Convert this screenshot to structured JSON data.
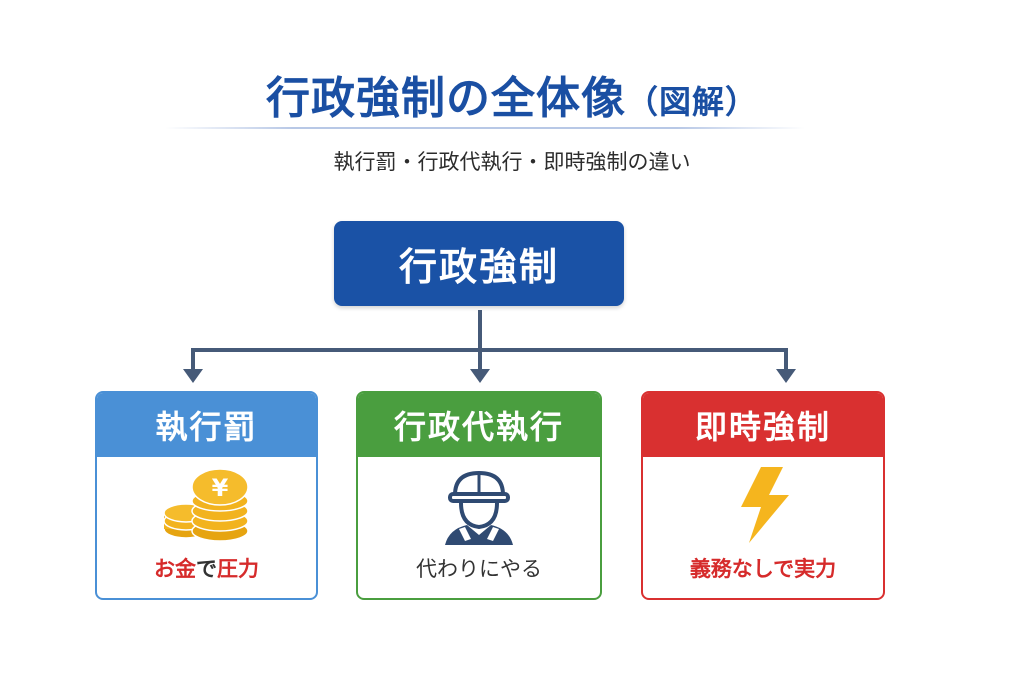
{
  "header": {
    "title": "行政強制の全体像",
    "title_suffix": "（図解）",
    "subtitle": "執行罰・行政代執行・即時強制の違い"
  },
  "root": {
    "label": "行政強制"
  },
  "categories": [
    {
      "label": "執行罰",
      "icon": "yen-coins-icon",
      "caption_parts": [
        {
          "text": "お金",
          "color": "#d62b2b"
        },
        {
          "text": "で",
          "color": "#333333"
        },
        {
          "text": "圧力",
          "color": "#d62b2b"
        }
      ],
      "color": "#4a90d6"
    },
    {
      "label": "行政代執行",
      "icon": "worker-helmet-icon",
      "caption": "代わりにやる",
      "color": "#4a9e3f"
    },
    {
      "label": "即時強制",
      "icon": "lightning-icon",
      "caption": "義務なしで実力",
      "color": "#d93030"
    }
  ],
  "colors": {
    "title": "#1a4fa3",
    "root": "#1a52a6",
    "connector": "#465a78",
    "coin": "#f2b31e",
    "bolt": "#f5b51e",
    "worker": "#2f4a72"
  }
}
